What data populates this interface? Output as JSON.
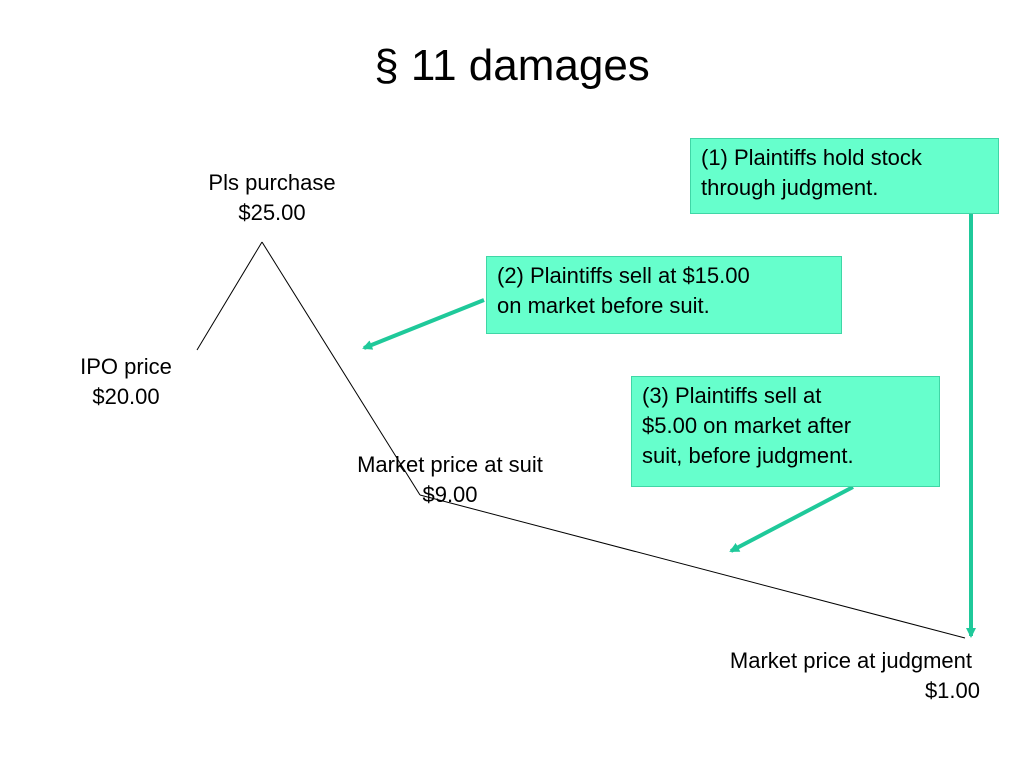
{
  "title": "§ 11 damages",
  "points": {
    "purchase": {
      "label": "Pls purchase",
      "price": "$25.00"
    },
    "ipo": {
      "label": "IPO price",
      "price": "$20.00"
    },
    "suit": {
      "label": "Market price at suit",
      "price": "$9.00"
    },
    "judgment": {
      "label": "Market price at judgment",
      "price": "$1.00"
    }
  },
  "callouts": {
    "c1": {
      "line1": "(1) Plaintiffs hold stock",
      "line2": "through judgment."
    },
    "c2": {
      "line1": "(2) Plaintiffs sell at $15.00",
      "line2": "on market before suit."
    },
    "c3": {
      "line1": "(3) Plaintiffs sell at",
      "line2": "$5.00 on market after",
      "line3": "suit, before judgment."
    }
  },
  "colors": {
    "accent": "#66ffcc",
    "arrow": "#1fc99a",
    "line": "#000000"
  }
}
